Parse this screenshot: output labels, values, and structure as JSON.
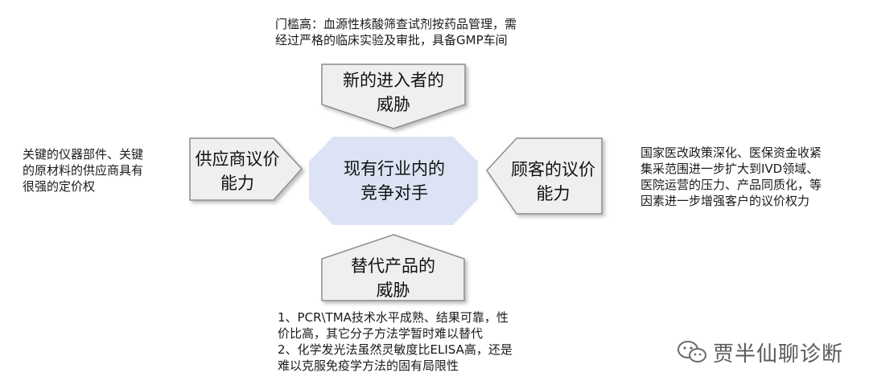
{
  "diagram": {
    "center": {
      "line1": "现有行业内的",
      "line2": "竞争对手"
    },
    "forces": {
      "new_entrants": {
        "line1": "新的进入者的",
        "line2": "威胁",
        "note_line1": "门槛高：血源性核酸筛查试剂按药品管理，需",
        "note_line2": "经过严格的临床实验及审批，具备GMP车间"
      },
      "suppliers": {
        "line1": "供应商议价",
        "line2": "能力",
        "note_line1": "关键的仪器部件、关键",
        "note_line2": "的原材料的供应商具有",
        "note_line3": "很强的定价权"
      },
      "buyers": {
        "line1": "顾客的议价",
        "line2": "能力",
        "note_line1": "国家医改政策深化、医保资金收紧",
        "note_line2": "集采范围进一步扩大到IVD领域、",
        "note_line3": "医院运营的压力、产品同质化，等",
        "note_line4": "因素进一步增强客户的议价权力"
      },
      "substitutes": {
        "line1": "替代产品的",
        "line2": "威胁",
        "note_line1": "1、PCR\\TMA技术水平成熟、结果可靠，性",
        "note_line2": "价比高，其它分子方法学暂时难以替代",
        "note_line3": "2、化学发光法虽然灵敏度比ELISA高，还是",
        "note_line4": "难以克服免疫学方法的固有局限性"
      }
    },
    "colors": {
      "center_fill": "#dce3f4",
      "force_fill": "#efefef",
      "force_stroke": "#8c8c8c",
      "watermark": "#5a5a5a"
    }
  },
  "watermark": {
    "icon": "wechat-icon",
    "text": "贾半仙聊诊断"
  }
}
